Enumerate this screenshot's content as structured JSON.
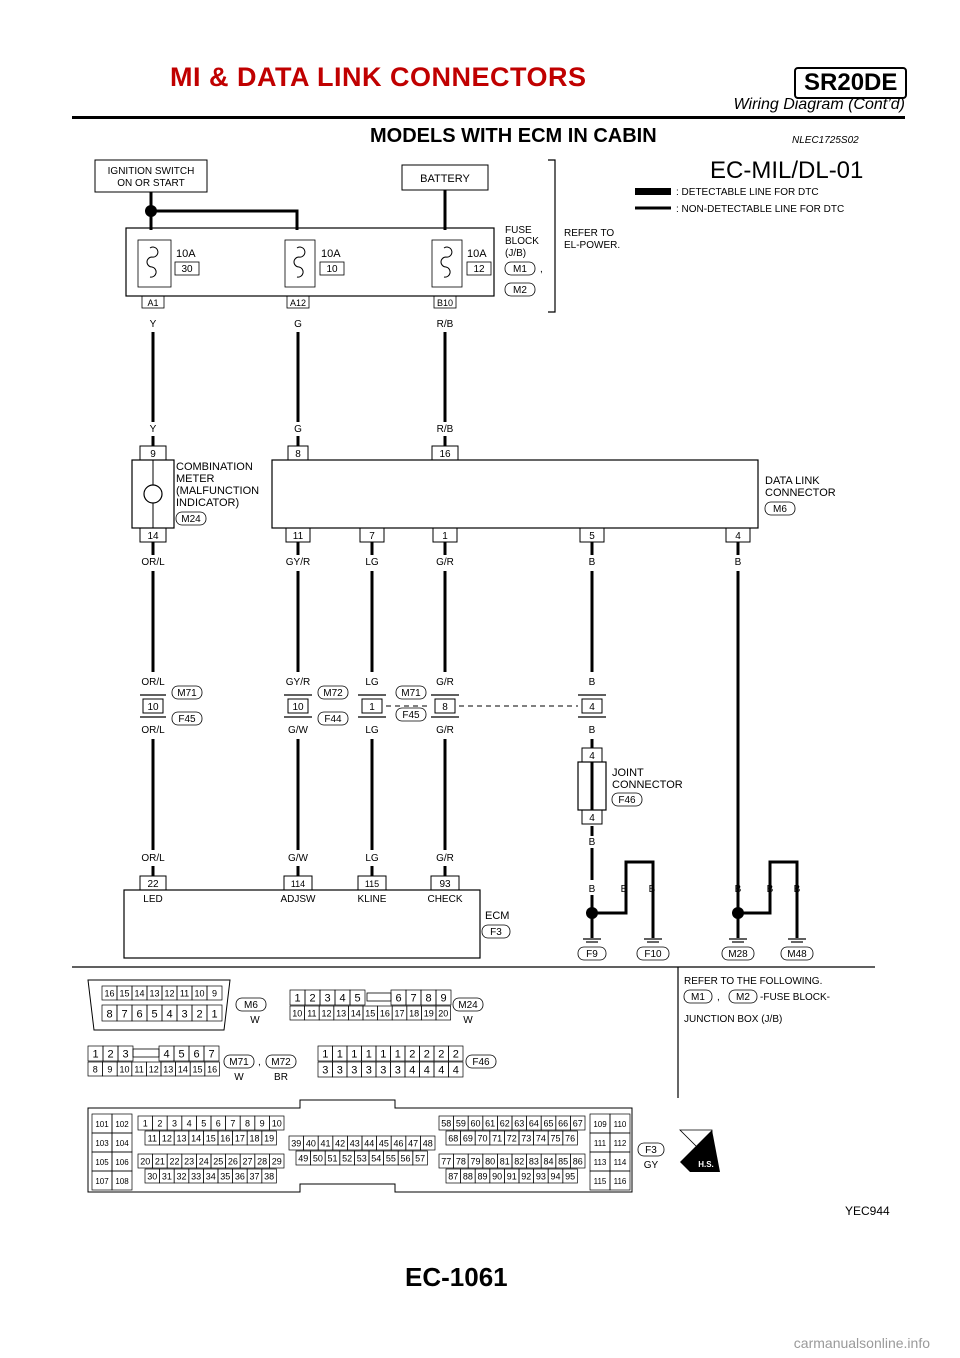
{
  "header": {
    "title": "MI & DATA LINK CONNECTORS",
    "badge": "SR20DE",
    "subtitle": "Wiring Diagram (Cont’d)"
  },
  "section": {
    "title": "MODELS WITH ECM IN CABIN",
    "code": "NLEC1725S02"
  },
  "diagram_id": "EC-MIL/DL-01",
  "legend": {
    "detectable": ": DETECTABLE LINE FOR DTC",
    "non_detectable": ": NON-DETECTABLE LINE FOR DTC"
  },
  "top": {
    "ignition": [
      "IGNITION SWITCH",
      "ON OR START"
    ],
    "battery": "BATTERY",
    "fuse_block": [
      "FUSE",
      "BLOCK",
      "(J/B)"
    ],
    "fuse_connectors": [
      "M1",
      "M2"
    ],
    "refer_power": [
      "REFER TO",
      "EL-POWER."
    ],
    "fuses": [
      {
        "amp": "10A",
        "num": "30",
        "term": "A1"
      },
      {
        "amp": "10A",
        "num": "10",
        "term": "A12"
      },
      {
        "amp": "10A",
        "num": "12",
        "term": "B10"
      }
    ]
  },
  "wires": {
    "fuse_out": [
      "Y",
      "G",
      "R/B"
    ],
    "top_in": [
      "Y",
      "G",
      "R/B"
    ],
    "mid": [
      "OR/L",
      "GY/R",
      "LG",
      "G/R",
      "B",
      "B"
    ],
    "jc_top": [
      "OR/L",
      "GY/R",
      "LG",
      "G/R",
      "B"
    ],
    "jc_bottom": [
      "OR/L",
      "G/W",
      "LG",
      "G/R",
      "B"
    ],
    "jc_after": "B",
    "ecm_in": [
      "OR/L",
      "G/W",
      "LG",
      "G/R"
    ],
    "b_labels": "B"
  },
  "combination_meter": {
    "label": [
      "COMBINATION",
      "METER",
      "(MALFUNCTION",
      "INDICATOR)"
    ],
    "conn": "M24",
    "pin_top": "9",
    "pin_bottom": "14"
  },
  "data_link": {
    "label": [
      "DATA LINK",
      "CONNECTOR"
    ],
    "conn": "M6",
    "top_pins": [
      "8",
      "16"
    ],
    "bottom_pins": [
      "11",
      "7",
      "1",
      "5",
      "4"
    ]
  },
  "inline": [
    {
      "pin": "10",
      "top": "M71",
      "bottom": "F45"
    },
    {
      "pin": "10",
      "top": "M72",
      "bottom": "F44"
    },
    {
      "pin": "1",
      "top": "M71",
      "bottom": "F45"
    },
    {
      "pin": "8"
    },
    {
      "pin": "4"
    }
  ],
  "joint_connector": {
    "label": [
      "JOINT",
      "CONNECTOR"
    ],
    "conn": "F46",
    "pin_top": "4",
    "pin_bottom": "4"
  },
  "ecm": {
    "label": "ECM",
    "conn": "F3",
    "terminals": [
      {
        "pin": "22",
        "name": "LED"
      },
      {
        "pin": "114",
        "name": "ADJSW"
      },
      {
        "pin": "115",
        "name": "KLINE"
      },
      {
        "pin": "93",
        "name": "CHECK"
      }
    ]
  },
  "grounds": [
    "F9",
    "F10",
    "M28",
    "M48"
  ],
  "connectors": {
    "m6": {
      "name": "M6",
      "color": "W",
      "row1": [
        "16",
        "15",
        "14",
        "13",
        "12",
        "11",
        "10",
        "9"
      ],
      "row2": [
        "8",
        "7",
        "6",
        "5",
        "4",
        "3",
        "2",
        "1"
      ]
    },
    "m24": {
      "name": "M24",
      "color": "W",
      "row1a": [
        "1",
        "2",
        "3",
        "4",
        "5"
      ],
      "row1b": [
        "6",
        "7",
        "8",
        "9"
      ],
      "row2": [
        "10",
        "11",
        "12",
        "13",
        "14",
        "15",
        "16",
        "17",
        "18",
        "19",
        "20"
      ]
    },
    "m71": {
      "name": "M71",
      "color": "W",
      "comma": ",",
      "row1a": [
        "1",
        "2",
        "3"
      ],
      "row1b": [
        "4",
        "5",
        "6",
        "7"
      ],
      "row2": [
        "8",
        "9",
        "10",
        "11",
        "12",
        "13",
        "14",
        "15",
        "16"
      ]
    },
    "m72": {
      "name": "M72",
      "color": "BR"
    },
    "f46": {
      "name": "F46",
      "row1": [
        "1",
        "1",
        "1",
        "1",
        "1",
        "1",
        "2",
        "2",
        "2",
        "2"
      ],
      "row2": [
        "3",
        "3",
        "3",
        "3",
        "3",
        "3",
        "4",
        "4",
        "4",
        "4"
      ]
    },
    "f3": {
      "name": "F3",
      "color": "GY",
      "left": [
        "101",
        "102",
        "103",
        "104",
        "105",
        "106",
        "107",
        "108"
      ],
      "r1": [
        "1",
        "2",
        "3",
        "4",
        "5",
        "6",
        "7",
        "8",
        "9",
        "10"
      ],
      "r2": [
        "11",
        "12",
        "13",
        "14",
        "15",
        "16",
        "17",
        "18",
        "19"
      ],
      "r3": [
        "20",
        "21",
        "22",
        "23",
        "24",
        "25",
        "26",
        "27",
        "28",
        "29"
      ],
      "r4": [
        "30",
        "31",
        "32",
        "33",
        "34",
        "35",
        "36",
        "37",
        "38"
      ],
      "m1": [
        "39",
        "40",
        "41",
        "42",
        "43",
        "44",
        "45",
        "46",
        "47",
        "48"
      ],
      "m2": [
        "49",
        "50",
        "51",
        "52",
        "53",
        "54",
        "55",
        "56",
        "57"
      ],
      "g1": [
        "58",
        "59",
        "60",
        "61",
        "62",
        "63",
        "64",
        "65",
        "66",
        "67"
      ],
      "g2": [
        "68",
        "69",
        "70",
        "71",
        "72",
        "73",
        "74",
        "75",
        "76"
      ],
      "g3": [
        "77",
        "78",
        "79",
        "80",
        "81",
        "82",
        "83",
        "84",
        "85",
        "86"
      ],
      "g4": [
        "87",
        "88",
        "89",
        "90",
        "91",
        "92",
        "93",
        "94",
        "95"
      ],
      "right": [
        "109",
        "110",
        "111",
        "112",
        "113",
        "114",
        "115",
        "116"
      ],
      "hs": "H.S."
    }
  },
  "refer": {
    "title": "REFER TO THE FOLLOWING.",
    "conns": [
      "M1",
      "M2"
    ],
    "comma": ",",
    "text1": "-FUSE BLOCK-",
    "text2": "JUNCTION BOX (J/B)"
  },
  "footer": {
    "id": "YEC944",
    "page": "EC-1061",
    "watermark": "carmanualsonline.info"
  }
}
